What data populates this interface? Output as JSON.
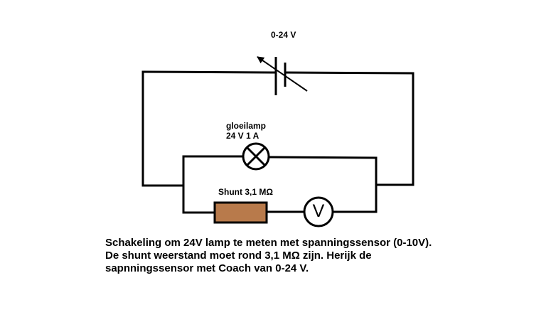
{
  "diagram": {
    "source_label": "0-24 V",
    "lamp_label_line1": "gloeilamp",
    "lamp_label_line2": "24 V 1 A",
    "shunt_label": "Shunt 3,1 MΩ",
    "meter_letter": "V",
    "shunt_color": "#b87a4b",
    "wire_color": "#000000"
  },
  "caption": {
    "line1": "Schakeling om 24V lamp te meten met spanningssensor (0-10V).",
    "line2": "De shunt weerstand moet rond 3,1 MΩ zijn. Herijk de",
    "line3": "sapnningssensor met Coach van 0-24 V."
  }
}
